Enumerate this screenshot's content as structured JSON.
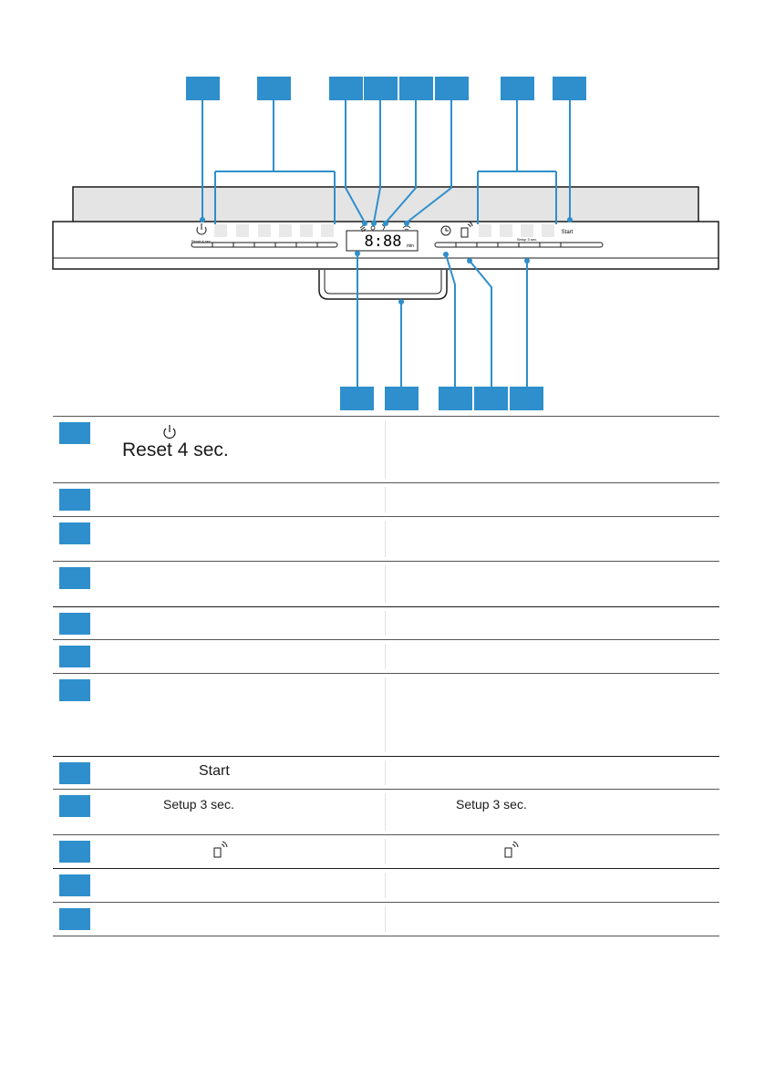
{
  "panel": {
    "reset_label": "Reset 4 sec.",
    "display_digits": "8:88",
    "display_unit": "min",
    "setup_label": "Setup 3 sec.",
    "start_label": "Start"
  },
  "legend": {
    "row1": {
      "label": "Reset 4 sec."
    },
    "row8": {
      "label": "Start"
    },
    "row9": {
      "label": "Setup 3 sec.",
      "label2": "Setup 3 sec."
    }
  },
  "colors": {
    "callout": "#2e8fcc",
    "line": "#2e8fcc",
    "outline": "#1a1a1a"
  }
}
